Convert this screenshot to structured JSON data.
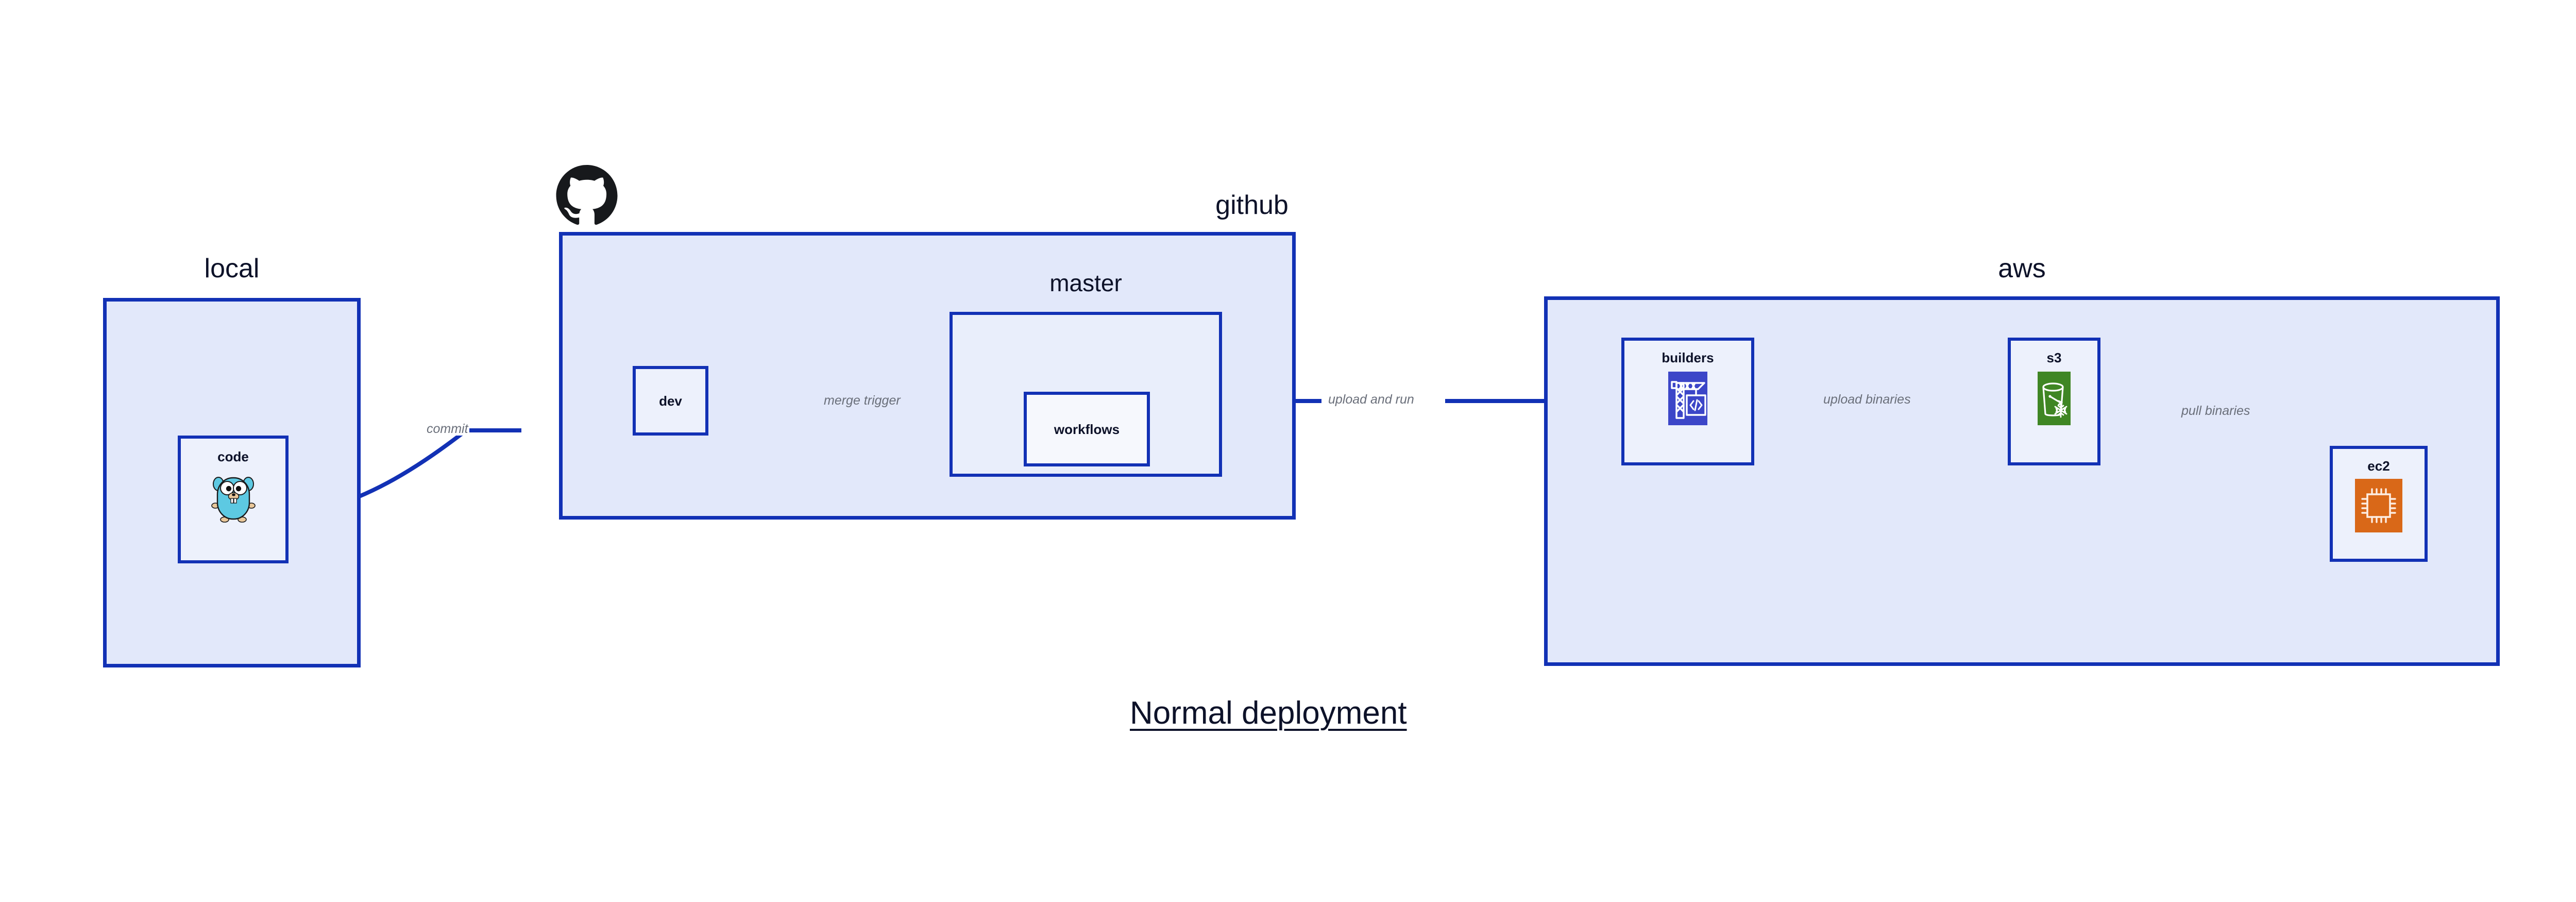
{
  "diagram": {
    "title": "Normal deployment",
    "background_color": "#ffffff",
    "palette": {
      "border_blue": "#1231b5",
      "group_fill": "#e2e8fa",
      "subgroup_fill": "#e9eefb",
      "node_fill": "#edf1fc",
      "label_dark": "#0d1229",
      "edge_label_gray": "#6a6f7a",
      "gopher_cyan": "#5dc9e2",
      "codebuild_blue": "#3c46c8",
      "s3_glacier_green": "#3f8624",
      "ec2_orange": "#d96818"
    },
    "groups": [
      {
        "id": "local",
        "label": "local"
      },
      {
        "id": "github",
        "label": "github",
        "logo": "github-octocat-icon"
      },
      {
        "id": "aws",
        "label": "aws"
      }
    ],
    "subgroups": [
      {
        "id": "master",
        "label": "master",
        "parent": "github"
      }
    ],
    "nodes": [
      {
        "id": "code",
        "label": "code",
        "parent": "local",
        "icon": "go-gopher-icon"
      },
      {
        "id": "dev",
        "label": "dev",
        "parent": "github",
        "icon": null
      },
      {
        "id": "workflows",
        "label": "workflows",
        "parent": "master",
        "icon": null
      },
      {
        "id": "builders",
        "label": "builders",
        "parent": "aws",
        "icon": "aws-codebuild-crane-icon"
      },
      {
        "id": "s3",
        "label": "s3",
        "parent": "aws",
        "icon": "aws-s3-glacier-bucket-icon"
      },
      {
        "id": "ec2",
        "label": "ec2",
        "parent": "aws",
        "icon": "aws-ec2-chip-icon"
      }
    ],
    "edges": [
      {
        "id": "code-to-dev",
        "from": "code",
        "to": "dev",
        "label": "commit",
        "style": "curved"
      },
      {
        "id": "dev-to-workflows",
        "from": "dev",
        "to": "workflows",
        "label": "merge trigger",
        "style": "straight"
      },
      {
        "id": "workflows-to-builders",
        "from": "workflows",
        "to": "builders",
        "label": "upload and run",
        "style": "straight"
      },
      {
        "id": "builders-to-s3",
        "from": "builders",
        "to": "s3",
        "label": "upload binaries",
        "style": "straight"
      },
      {
        "id": "s3-to-ec2",
        "from": "s3",
        "to": "ec2",
        "label": "pull binaries",
        "style": "curved"
      }
    ]
  }
}
